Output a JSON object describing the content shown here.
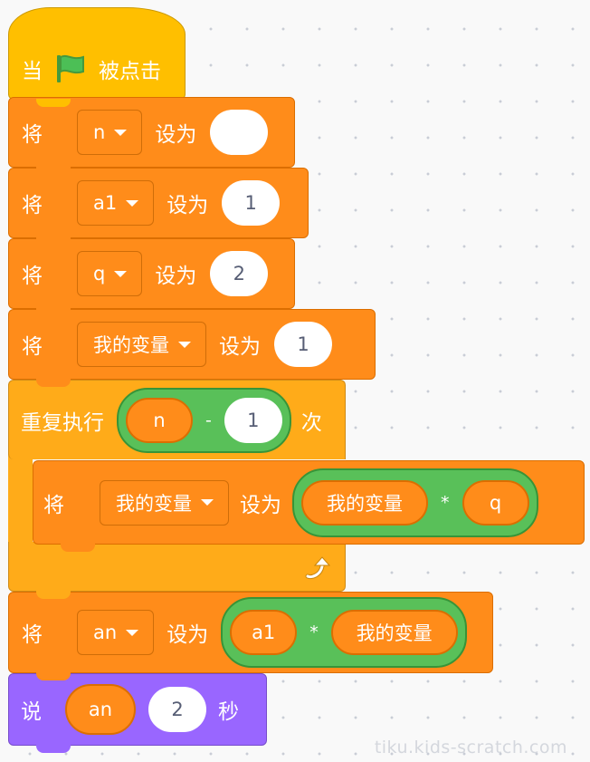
{
  "hat": {
    "prefix": "当",
    "suffix": "被点击",
    "icon": "green-flag-icon"
  },
  "set_n": {
    "keyword": "将",
    "variable": "n",
    "label": "设为",
    "value": ""
  },
  "set_a1": {
    "keyword": "将",
    "variable": "a1",
    "label": "设为",
    "value": "1"
  },
  "set_q": {
    "keyword": "将",
    "variable": "q",
    "label": "设为",
    "value": "2"
  },
  "set_myvar": {
    "keyword": "将",
    "variable": "我的变量",
    "label": "设为",
    "value": "1"
  },
  "repeat": {
    "label": "重复执行",
    "left": "n",
    "operator": "-",
    "right": "1",
    "suffix": "次",
    "loop_icon": "loop-arrow-icon"
  },
  "inner_set": {
    "keyword": "将",
    "variable": "我的变量",
    "label": "设为",
    "left": "我的变量",
    "operator": "*",
    "right": "q"
  },
  "set_an": {
    "keyword": "将",
    "variable": "an",
    "label": "设为",
    "left": "a1",
    "operator": "*",
    "right": "我的变量"
  },
  "say": {
    "keyword": "说",
    "value": "an",
    "seconds": "2",
    "unit": "秒"
  },
  "watermark": "tiku.kids-scratch.com",
  "colors": {
    "variables": "#ff8c1a",
    "control": "#ffab19",
    "events": "#ffbf00",
    "looks": "#9966ff",
    "operators": "#59c059",
    "flag": "#4cbf56"
  }
}
